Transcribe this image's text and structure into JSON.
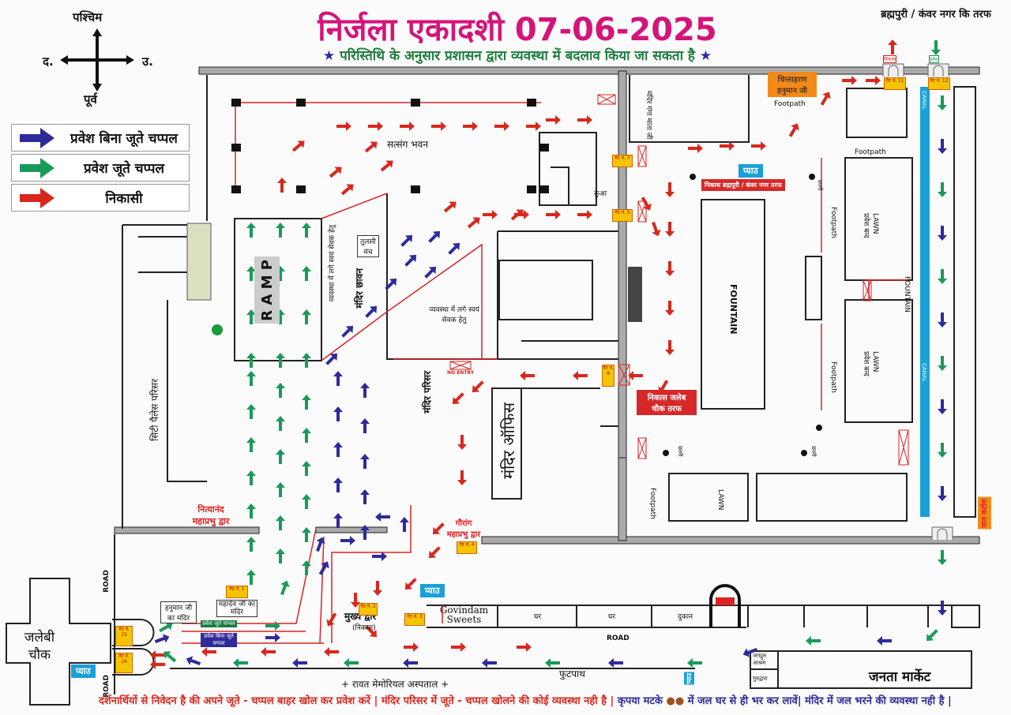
{
  "title": "निर्जला एकादशी 07-06-2025",
  "subtitle": "परिस्तिथि के अनुसार प्रशासन द्वारा व्यवस्था में बदलाव किया जा सकता है",
  "compass": {
    "top": "पश्चिम",
    "left": "द.",
    "right": "उ.",
    "bottom": "पूर्व"
  },
  "legend": [
    {
      "label": "प्रवेश बिना जूते चप्पल",
      "color": "#2e2a9a"
    },
    {
      "label": "प्रवेश जूते चप्पल",
      "color": "#1a9a5a"
    },
    {
      "label": "निकासी",
      "color": "#d8281e"
    }
  ],
  "colors": {
    "blue": "#2e2a9a",
    "green": "#1a9a5a",
    "red": "#d8281e",
    "canal": "#1aa0d8",
    "title": "#d4147a"
  },
  "top_right": {
    "direction": "ब्रह्मपुरी / कंवर नगर कि तरफ",
    "exit": "निकास",
    "entry": "प्रवेश"
  },
  "places": {
    "satsang": "सत्संग भवन",
    "ramp": "R A M P",
    "city_palace": "सिटी पैलेस परिसर",
    "volunteer_vertical": "व्यवस्था में लगे स्वयं सेवक हेतु",
    "volunteer": "व्यवस्था में लगे स्वयं सेवक हेतु",
    "tulsi": "तुलसी मंच",
    "mandir_chhavan": "मंदिर छावन",
    "mandir_parisar": "मंदिर परिसर",
    "mandir_office": "मंदिर ऑफिस",
    "ganga_mata": "मंदिर गंगा माता जी",
    "kua": "कुआ",
    "chintaharan": "चिन्ताहरण हनुमान जी",
    "footpath": "Footpath",
    "fountain": "FOUNTAIN",
    "lawn": "LAWN",
    "lawn_closed": "प्रवेश बन्द",
    "canal": "CANAL",
    "chhatri": "छतरी",
    "piau": "प्याउ",
    "exit_brahmpuri": "निकास ब्रह्मपुरी / कंवर नगर तरफ",
    "exit_jalebi": "निकास जलेब चौक तरफ",
    "no_entry": "NO ENTRY",
    "nityanand": "नित्यानंद महाप्रभु द्वार",
    "gaurang": "गौरांग महाप्रभु द्वार",
    "main_gate": "मुख्य द्वार",
    "main_gate_sub": "(निकास)",
    "hanuman_mandir": "हनुमान जी का मंदिर",
    "mahadev_mandir": "महादेव जी का मंदिर",
    "entry_shoes": "प्रवेश जूते चप्पल",
    "entry_noshoes": "प्रवेश बिना जूते चप्पल",
    "govindam": "Govindam Sweets",
    "ghar": "घर",
    "dukan": "दुकान",
    "road": "ROAD",
    "futpath": "फुटपाथ",
    "hospital": "+ रावत मेमोरियल अस्पताल +",
    "jalebi_chowk": "जलेबी चौक",
    "jagadguru": "जगद्गुरु आश्रम",
    "gurudwara": "गुरुद्वारा",
    "janta_market": "जनता मार्केट",
    "talkatora": "ताल कटोरा"
  },
  "gates": [
    "गेट नं. 1",
    "गेट नं. 2",
    "गेट नं. 3",
    "गेट नं. 4",
    "गेट नं. 5",
    "गेट नं. 7",
    "गेट नं. 8",
    "गेट नं. 11",
    "गेट नं. 12",
    "गेट नं. 15",
    "गेट नं. 16"
  ],
  "footer": {
    "red": "दर्शनार्थियों से निवेदन है की अपने जूते - चप्पल बाहर खोल कर प्रवेश करें | मंदिर परिसर में जूते - चप्पल खोलने की कोई व्यवस्था नही है |",
    "blue_1": "कृपया मटके",
    "blue_2": "में जल घर से ही भर कर लावें| मंदिर में जल भरने की व्यवस्था नही है |"
  }
}
